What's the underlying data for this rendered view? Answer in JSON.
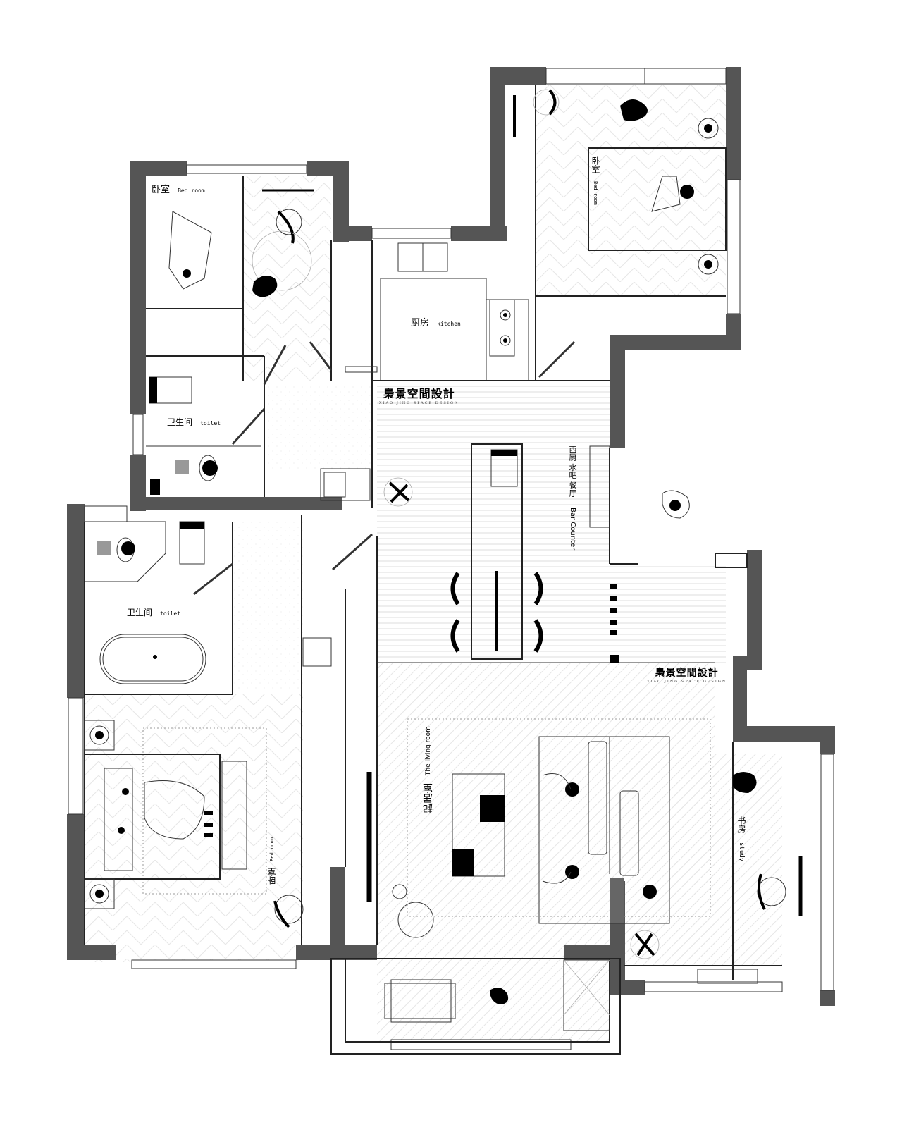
{
  "plan": {
    "type": "residential floor plan",
    "wall_color": "#555555",
    "background": "#ffffff",
    "brand": {
      "name_cn": "梟景空間設計",
      "name_en": "XIAO JING SPACE DESIGN"
    },
    "rooms": [
      {
        "id": "bedroom-nw",
        "label_cn": "卧室",
        "label_en": "Bed room"
      },
      {
        "id": "kitchen",
        "label_cn": "厨房",
        "label_en": "kitchen"
      },
      {
        "id": "bedroom-ne",
        "label_cn": "卧室",
        "label_en": "Bed room"
      },
      {
        "id": "toilet-upper",
        "label_cn": "卫生间",
        "label_en": "toilet"
      },
      {
        "id": "toilet-lower",
        "label_cn": "卫生间",
        "label_en": "toilet"
      },
      {
        "id": "bar",
        "label_cn": "西厨 水吧 餐厅",
        "label_en": "Bar Counter"
      },
      {
        "id": "living-room",
        "label_cn": "起居室",
        "label_en": "The living room"
      },
      {
        "id": "study",
        "label_cn": "书房",
        "label_en": "study"
      },
      {
        "id": "bedroom-master",
        "label_cn": "卧室",
        "label_en": "Bed room"
      }
    ]
  }
}
